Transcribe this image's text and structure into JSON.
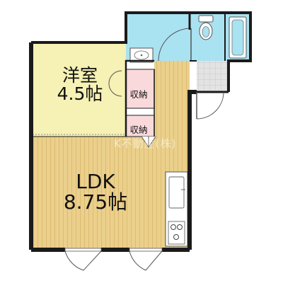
{
  "floor_plan": {
    "rooms": [
      {
        "id": "western",
        "name": "洋室",
        "size": "4.5帖"
      },
      {
        "id": "ldk",
        "name": "LDK",
        "size": "8.75帖"
      }
    ],
    "closets": [
      {
        "id": "closet-1",
        "label": "収納"
      },
      {
        "id": "closet-2",
        "label": "収納"
      }
    ],
    "watermark": "K不動産(株)",
    "colors": {
      "western_room": "#f6f1b4",
      "flooring": "#ebd08c",
      "flooring_line": "#dcbb72",
      "closet": "#f9d9dc",
      "wet_area": "#a9e2f1",
      "entrance_tile": "#e3e3e3",
      "wall": "#1a1a1a"
    },
    "fixtures": [
      "toilet-icon",
      "bathtub-icon",
      "wash-basin-icon",
      "kitchen-sink-icon",
      "stove-icon"
    ]
  }
}
